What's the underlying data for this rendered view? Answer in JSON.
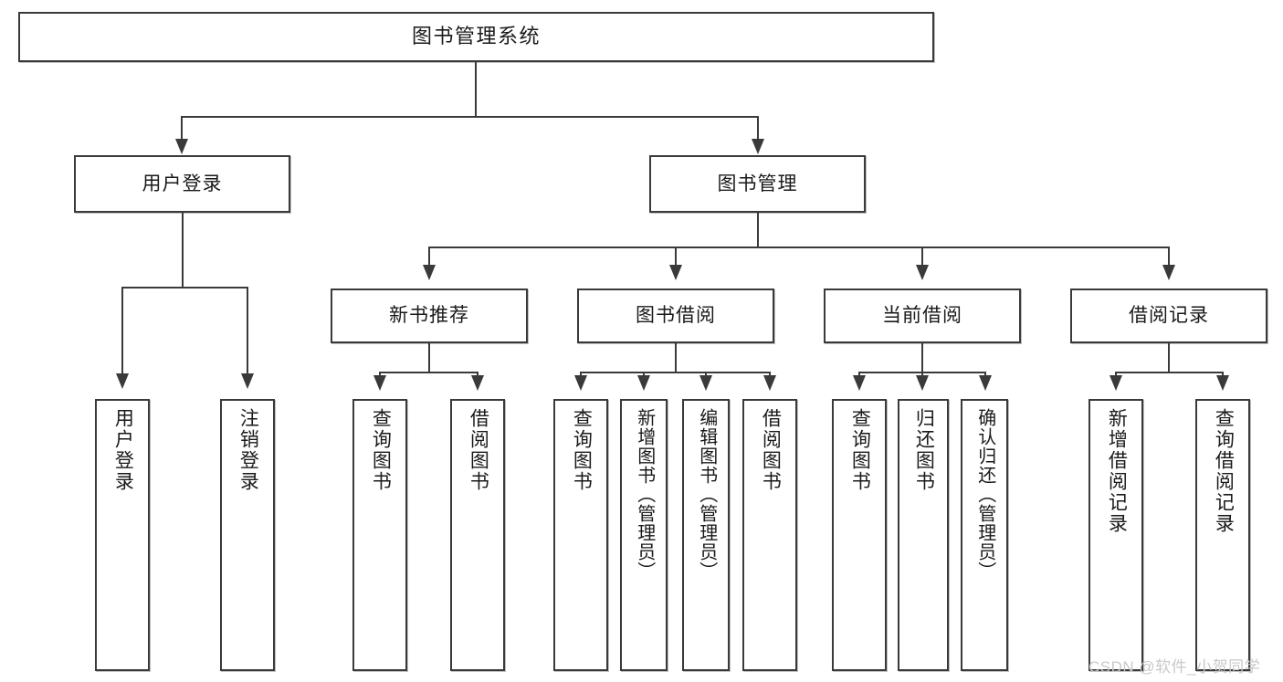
{
  "diagram": {
    "type": "tree-hierarchy-chart",
    "title": "图书管理系统",
    "watermark": "CSDN @软件_小贺同学",
    "colors": {
      "stroke": "#3a3a3a",
      "fill": "#ffffff",
      "text": "#1a1a1a",
      "watermark": "#c9c9c9"
    },
    "nodes": {
      "root": {
        "label": "图书管理系统"
      },
      "level2": [
        {
          "label": "用户登录"
        },
        {
          "label": "图书管理"
        }
      ],
      "level3": [
        {
          "label": "新书推荐"
        },
        {
          "label": "图书借阅"
        },
        {
          "label": "当前借阅"
        },
        {
          "label": "借阅记录"
        }
      ],
      "leaves": {
        "user_login": [
          {
            "label": "用户登录"
          },
          {
            "label": "注销登录"
          }
        ],
        "new_book_recommend": [
          {
            "label": "查询图书"
          },
          {
            "label": "借阅图书"
          }
        ],
        "book_borrow": [
          {
            "label": "查询图书"
          },
          {
            "label": "新增图书（管理员）"
          },
          {
            "label": "编辑图书（管理员）"
          },
          {
            "label": "借阅图书"
          }
        ],
        "current_borrow": [
          {
            "label": "查询图书"
          },
          {
            "label": "归还图书"
          },
          {
            "label": "确认归还（管理员）"
          }
        ],
        "borrow_record": [
          {
            "label": "新增借阅记录"
          },
          {
            "label": "查询借阅记录"
          }
        ]
      }
    }
  }
}
